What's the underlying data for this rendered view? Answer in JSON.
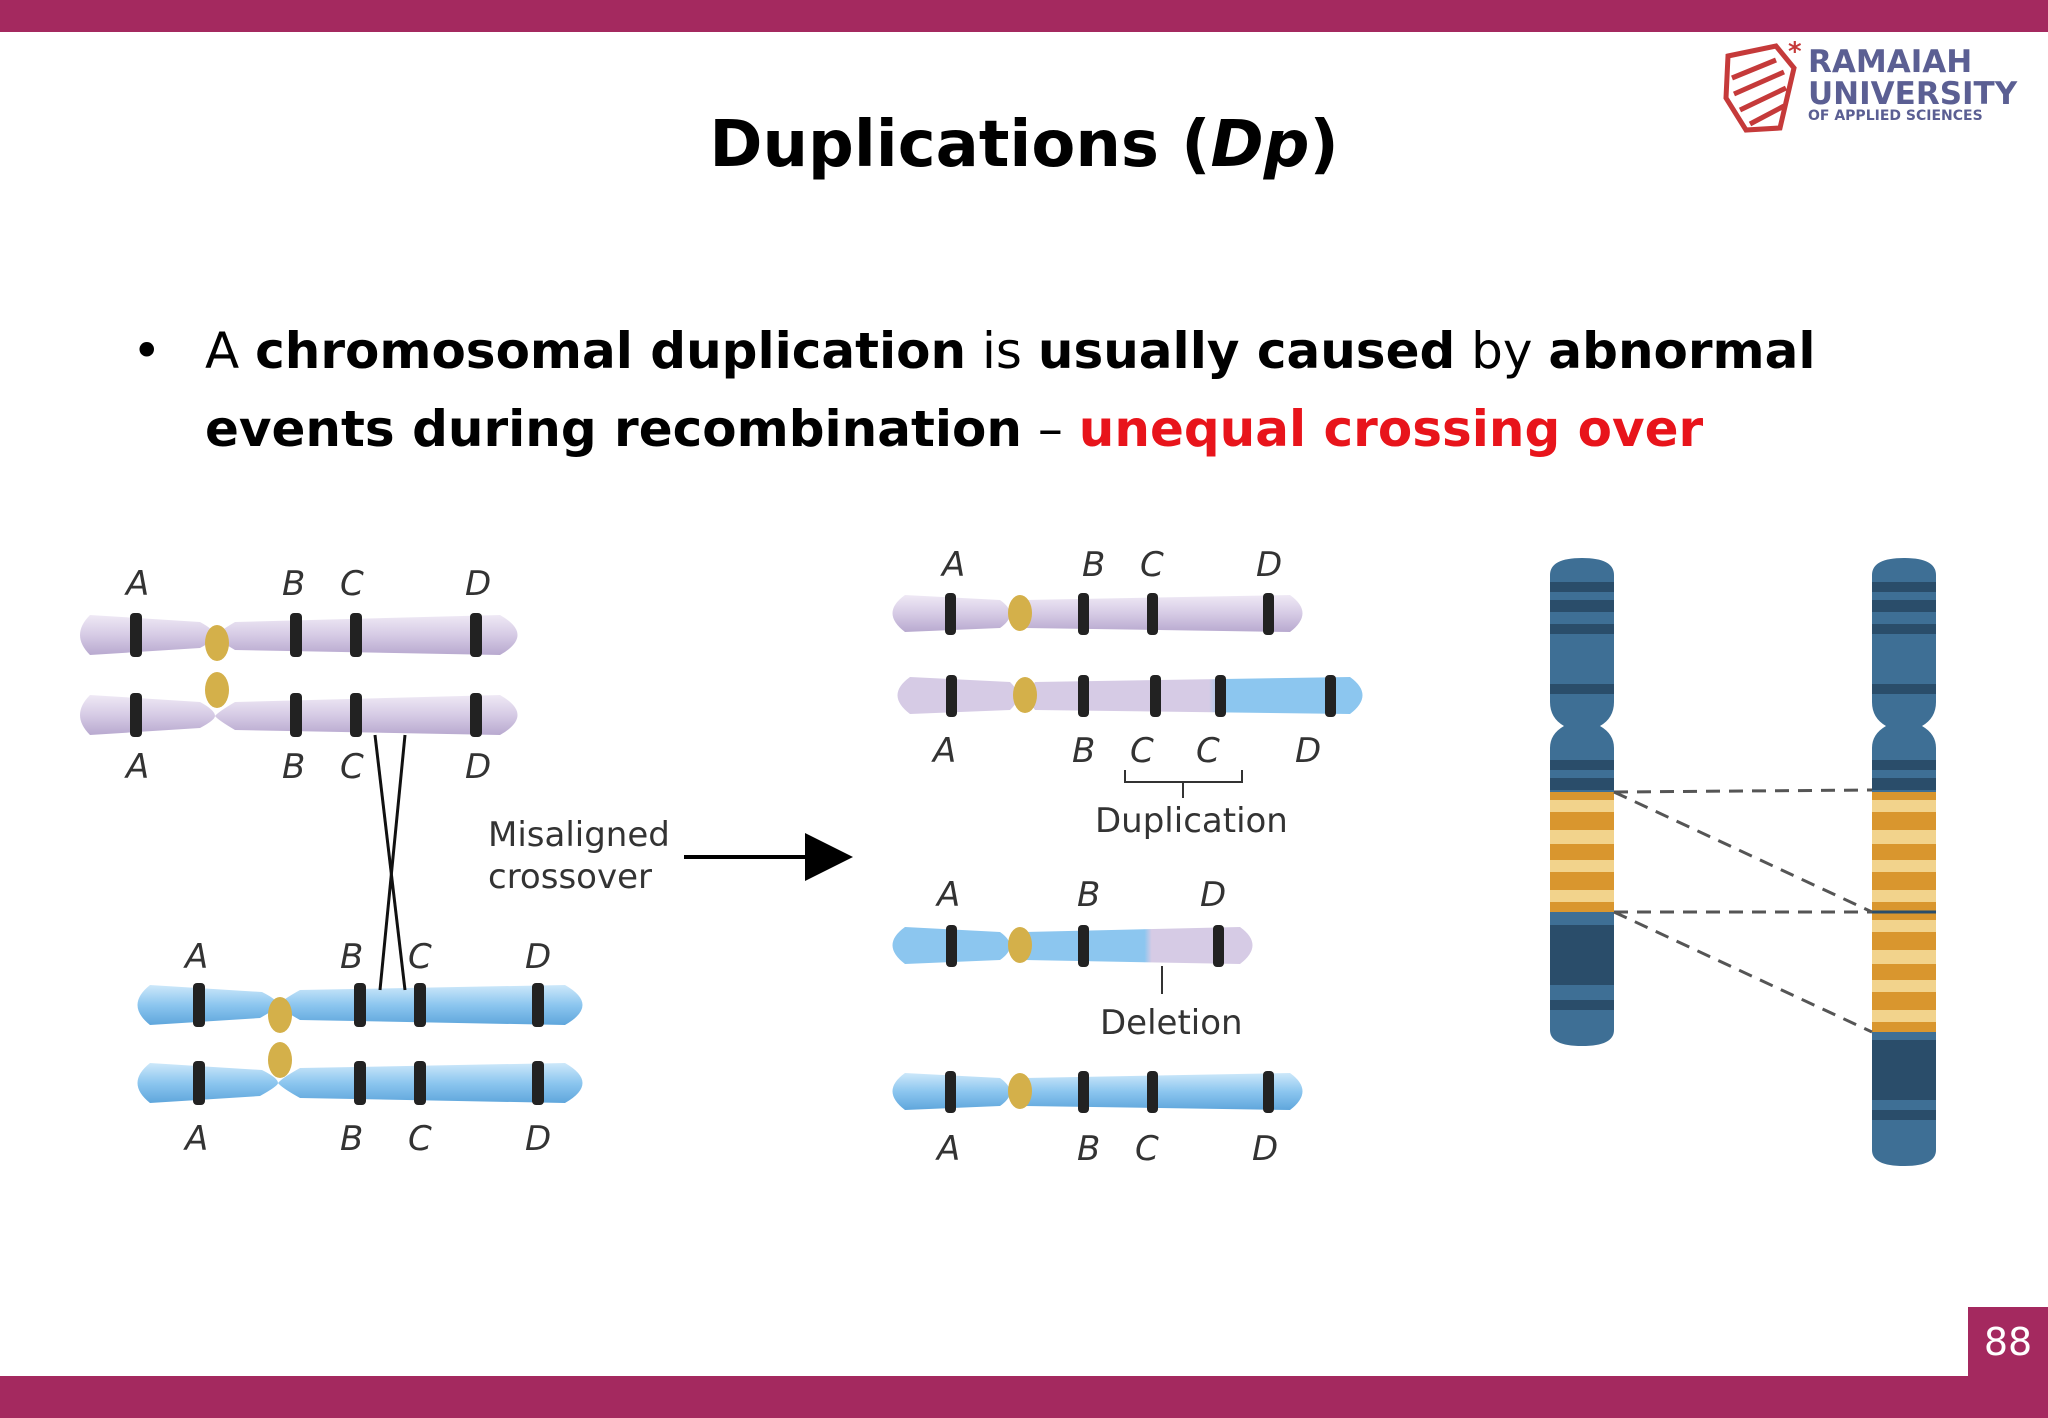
{
  "colors": {
    "brand_bar": "#a4295f",
    "page_box": "#a4295f",
    "accent_red": "#e8141b",
    "chromosome_purple": "#d9cfe6",
    "chromosome_blue": "#8cc6ef",
    "centromere": "#d4b04a",
    "karyotype_blue": "#3e6f95",
    "karyotype_orange": "#d9962e"
  },
  "logo": {
    "line1": "RAMAIAH",
    "line2": "UNIVERSITY",
    "line3": "OF APPLIED SCIENCES"
  },
  "title": {
    "text": "Duplications (",
    "italic": "Dp",
    "close": ")"
  },
  "bullet": {
    "p1": "A ",
    "b1": "chromosomal duplication",
    "p2": " is ",
    "b2": "usually caused",
    "p3": " by ",
    "b3": "abnormal events during recombination",
    "p4": " – ",
    "red": "unequal crossing over"
  },
  "figure": {
    "genes": {
      "a": "A",
      "b": "B",
      "c": "C",
      "d": "D"
    },
    "misaligned_line1": "Misaligned",
    "misaligned_line2": "crossover",
    "duplication_label": "Duplication",
    "deletion_label": "Deletion"
  },
  "page_number": "88"
}
